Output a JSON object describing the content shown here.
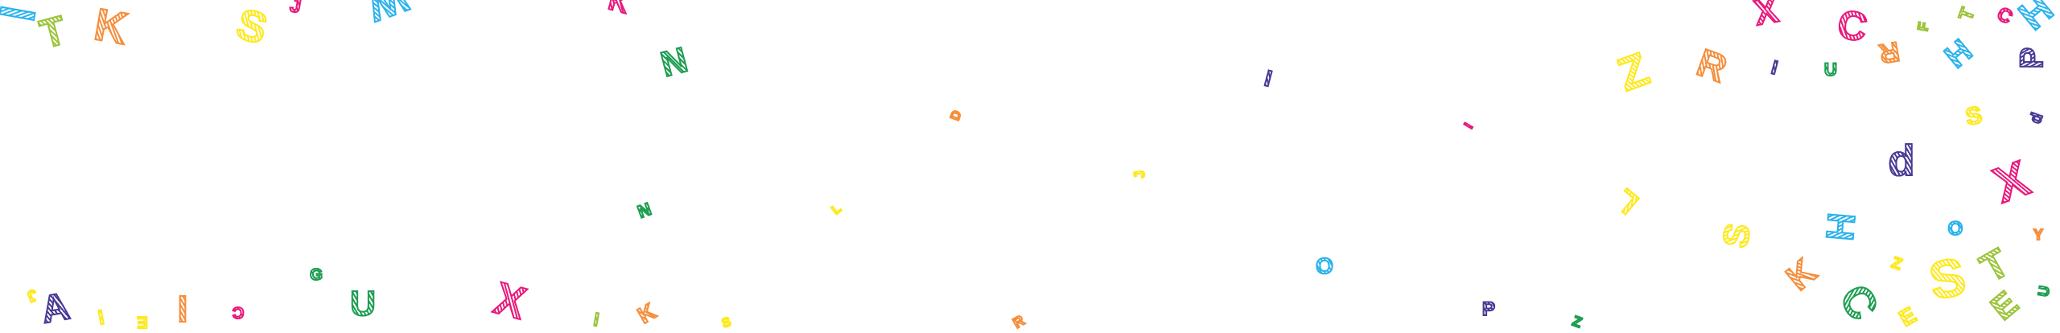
{
  "colors": {
    "blue": "#2bb3ec",
    "lime": "#9cc43c",
    "orange": "#f58e3c",
    "yellow": "#fde91e",
    "pink": "#e8197c",
    "green": "#1e9e52",
    "purple": "#4a3b95"
  },
  "letters": [
    {
      "char": "I",
      "color": "blue"
    },
    {
      "char": "T",
      "color": "lime"
    },
    {
      "char": "K",
      "color": "orange"
    },
    {
      "char": "S",
      "color": "yellow"
    },
    {
      "char": "J",
      "color": "pink"
    },
    {
      "char": "W",
      "color": "blue"
    },
    {
      "char": "K",
      "color": "pink"
    },
    {
      "char": "N",
      "color": "green"
    },
    {
      "char": "N",
      "color": "green"
    },
    {
      "char": "G",
      "color": "green"
    },
    {
      "char": "U",
      "color": "green"
    },
    {
      "char": "J",
      "color": "yellow"
    },
    {
      "char": "A",
      "color": "purple"
    },
    {
      "char": "l",
      "color": "yellow"
    },
    {
      "char": "E",
      "color": "yellow"
    },
    {
      "char": "I",
      "color": "orange"
    },
    {
      "char": "C",
      "color": "pink"
    },
    {
      "char": "X",
      "color": "pink"
    },
    {
      "char": "l",
      "color": "lime"
    },
    {
      "char": "K",
      "color": "orange"
    },
    {
      "char": "D",
      "color": "orange"
    },
    {
      "char": "I",
      "color": "purple"
    },
    {
      "char": "J",
      "color": "yellow"
    },
    {
      "char": "L",
      "color": "yellow"
    },
    {
      "char": "I",
      "color": "pink"
    },
    {
      "char": "O",
      "color": "blue"
    },
    {
      "char": "P",
      "color": "purple"
    },
    {
      "char": "R",
      "color": "orange"
    },
    {
      "char": "Z",
      "color": "green"
    },
    {
      "char": "S",
      "color": "yellow"
    },
    {
      "char": "X",
      "color": "pink"
    },
    {
      "char": "C",
      "color": "pink"
    },
    {
      "char": "F",
      "color": "lime"
    },
    {
      "char": "T",
      "color": "lime"
    },
    {
      "char": "C",
      "color": "pink"
    },
    {
      "char": "H",
      "color": "blue"
    },
    {
      "char": "Z",
      "color": "yellow"
    },
    {
      "char": "R",
      "color": "orange"
    },
    {
      "char": "I",
      "color": "purple"
    },
    {
      "char": "U",
      "color": "green"
    },
    {
      "char": "R",
      "color": "orange"
    },
    {
      "char": "H",
      "color": "blue"
    },
    {
      "char": "P",
      "color": "purple"
    },
    {
      "char": "S",
      "color": "yellow"
    },
    {
      "char": "d",
      "color": "purple"
    },
    {
      "char": "d",
      "color": "purple"
    },
    {
      "char": "X",
      "color": "pink"
    },
    {
      "char": "L",
      "color": "yellow"
    },
    {
      "char": "S",
      "color": "yellow"
    },
    {
      "char": "H",
      "color": "blue"
    },
    {
      "char": "O",
      "color": "blue"
    },
    {
      "char": "Y",
      "color": "orange"
    },
    {
      "char": "K",
      "color": "orange"
    },
    {
      "char": "Z",
      "color": "yellow"
    },
    {
      "char": "S",
      "color": "yellow"
    },
    {
      "char": "T",
      "color": "lime"
    },
    {
      "char": "U",
      "color": "green"
    },
    {
      "char": "E",
      "color": "lime"
    },
    {
      "char": "C",
      "color": "green"
    },
    {
      "char": "E",
      "color": "yellow"
    }
  ]
}
